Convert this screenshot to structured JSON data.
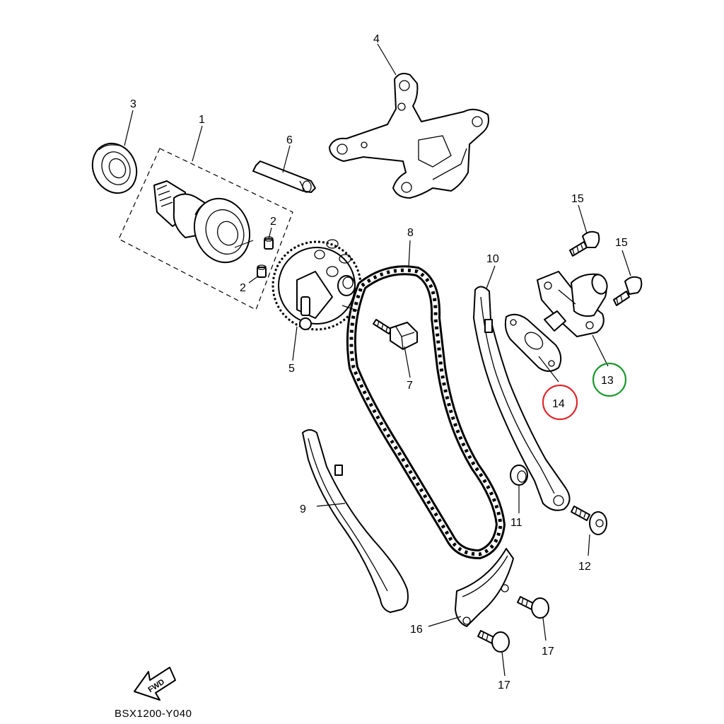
{
  "labels": {
    "p1": "1",
    "p2a": "2",
    "p2b": "2",
    "p3": "3",
    "p4": "4",
    "p5": "5",
    "p6": "6",
    "p7": "7",
    "p8": "8",
    "p9": "9",
    "p10": "10",
    "p11": "11",
    "p12": "12",
    "p13": "13",
    "p14": "14",
    "p15a": "15",
    "p15b": "15",
    "p16": "16",
    "p17a": "17",
    "p17b": "17"
  },
  "fwd_text": "FWD",
  "diagram_code": "BSX1200-Y040",
  "highlight_colors": {
    "part_14": "#e0262b",
    "part_13": "#1a9a2e"
  }
}
